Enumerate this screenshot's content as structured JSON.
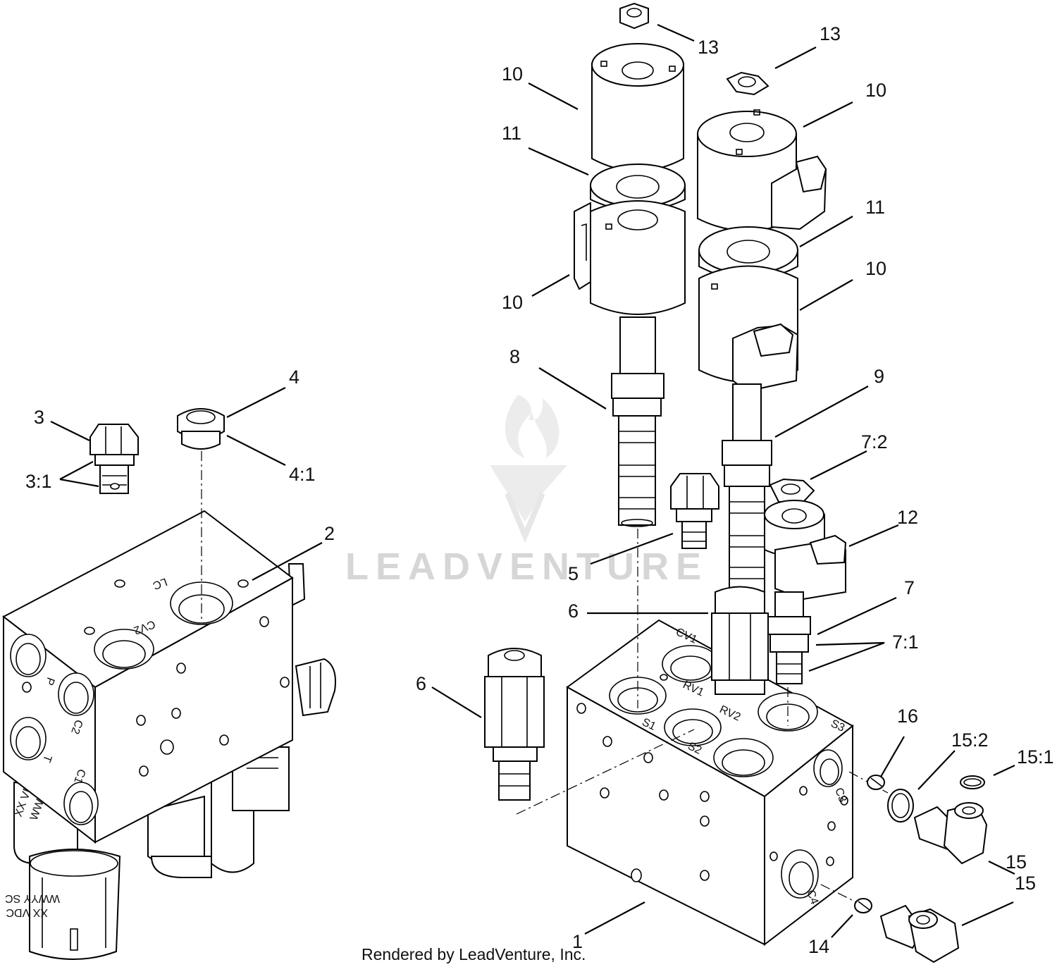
{
  "callouts": {
    "c1": "1",
    "c2": "2",
    "c3": "3",
    "c3_1": "3:1",
    "c4": "4",
    "c4_1": "4:1",
    "c5": "5",
    "c6a": "6",
    "c6b": "6",
    "c7": "7",
    "c7_1": "7:1",
    "c7_2": "7:2",
    "c8": "8",
    "c9": "9",
    "c10a": "10",
    "c10b": "10",
    "c10c": "10",
    "c10d": "10",
    "c11a": "11",
    "c11b": "11",
    "c12": "12",
    "c13a": "13",
    "c13b": "13",
    "c14": "14",
    "c15a": "15",
    "c15b": "15",
    "c15_1": "15:1",
    "c15_2": "15:2",
    "c16": "16"
  },
  "port_labels": {
    "lc": "LC",
    "cv2": "CV2",
    "p": "P",
    "c2": "C2",
    "t": "T",
    "c1": "C1",
    "cv1": "CV1",
    "rv1": "RV1",
    "rv2": "RV2",
    "s1": "S1",
    "s2": "S2",
    "s3": "S3",
    "c3": "C3",
    "c4": "C4"
  },
  "coil_stamps": {
    "vdc_a": "XX VDC",
    "wwyy_a": "WWYY SC",
    "vdc_b": "XX VDC",
    "wwyy_b": "WWYY SC"
  },
  "watermark": "LEADVENTURE",
  "footer": "Rendered by LeadVenture, Inc."
}
